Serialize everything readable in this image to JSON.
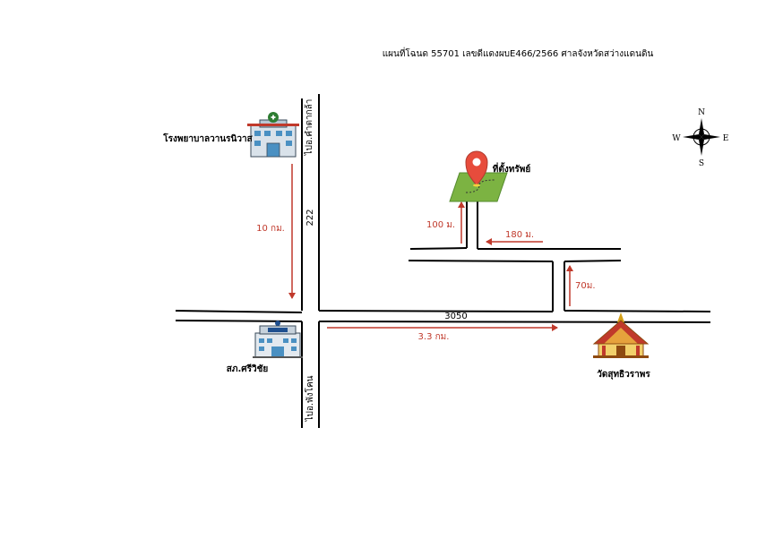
{
  "title": "แผนที่โฉนด 55701  เลขดีแดงผบE466/2566 ศาลจังหวัดสว่างแดนดิน",
  "landmarks": {
    "hospital": "โรงพยาบาลวานรนิวาส",
    "police": "สภ.ศรีวิชัย",
    "temple": "วัดสุทธิวราพร",
    "property": "ที่ตั้งทรัพย์"
  },
  "roads": {
    "north_direction": "ไปอ.คำตากล้า",
    "south_direction": "ไปอ.พังโคน",
    "vertical_number": "222",
    "horizontal_number": "3050"
  },
  "distances": {
    "hospital_to_junction": "10 กม.",
    "junction_to_turn": "3.3 กม.",
    "side_road_north": "70ม.",
    "lane_west": "180 ม.",
    "lane_north": "100 ม."
  },
  "compass": {
    "n": "N",
    "s": "S",
    "e": "E",
    "w": "W"
  },
  "colors": {
    "road": "#000000",
    "route_arrow": "#c0392b",
    "marker": "#e74c3c",
    "parcel": "#7cb342"
  }
}
